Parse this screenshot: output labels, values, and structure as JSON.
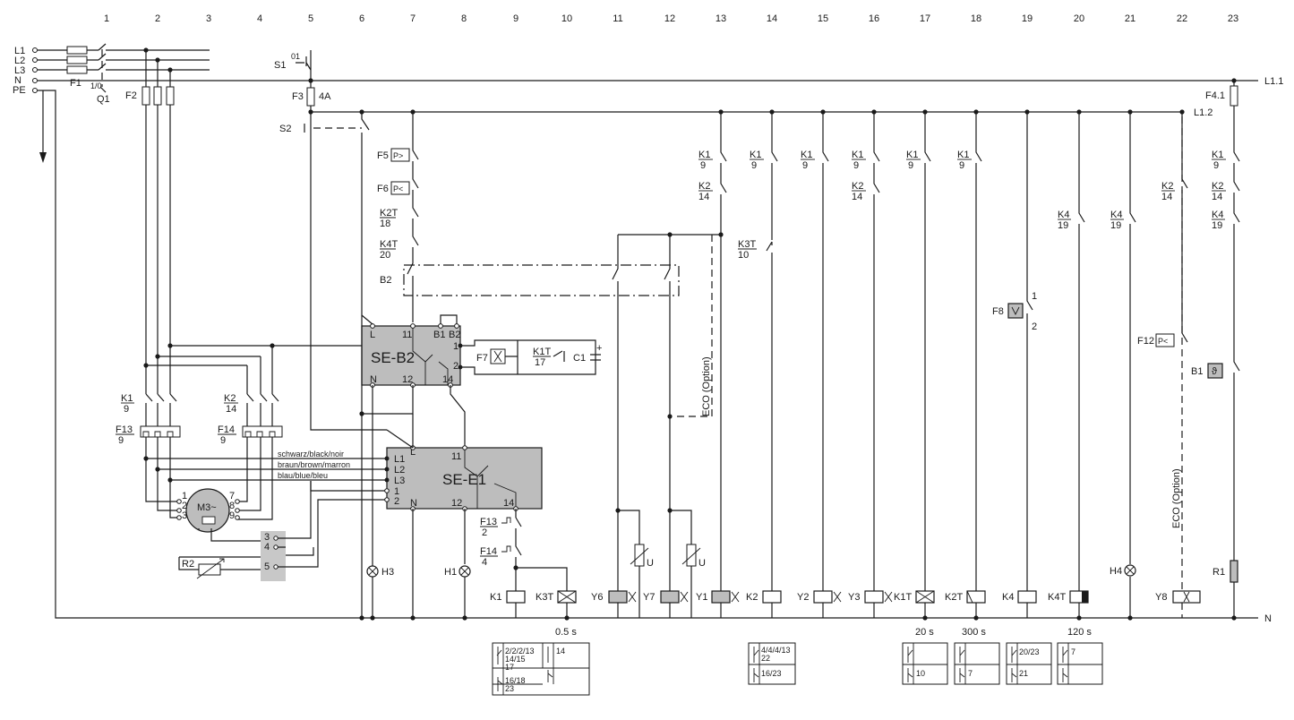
{
  "columns": [
    "1",
    "2",
    "3",
    "4",
    "5",
    "6",
    "7",
    "8",
    "9",
    "10",
    "11",
    "12",
    "13",
    "14",
    "15",
    "16",
    "17",
    "18",
    "19",
    "20",
    "21",
    "22",
    "23"
  ],
  "supply": {
    "l1": "L1",
    "l2": "L2",
    "l3": "L3",
    "n": "N",
    "pe": "PE",
    "l1_1": "L1.1",
    "l1_2": "L1.2",
    "n_right": "N"
  },
  "labels": {
    "f1": "F1",
    "q1": "Q1",
    "q1_states": "1/0",
    "f2": "F2",
    "s1": "S1",
    "s1_states": "01",
    "f3": "F3",
    "f3_rating": "4A",
    "s2": "S2",
    "f41": "F4.1",
    "f5": "F5",
    "f5_sym": "P>",
    "f6": "F6",
    "f6_sym": "P<",
    "k2t": "K2T",
    "k2t_ref": "18",
    "k4t": "K4T",
    "k4t_ref": "20",
    "b2": "B2",
    "seb2": "SE-B2",
    "seb2_l": "L",
    "seb2_11": "11",
    "seb2_b1": "B1",
    "seb2_b2": "B2",
    "seb2_n": "N",
    "seb2_12": "12",
    "seb2_14": "14",
    "seb2_1": "1",
    "seb2_2": "2",
    "f7": "F7",
    "k1t": "K1T",
    "k1t_ref": "17",
    "c1": "C1",
    "plus": "+",
    "see1": "SE-E1",
    "see1_l": "L",
    "see1_11": "11",
    "see1_l1": "L1",
    "see1_l2": "L2",
    "see1_l3": "L3",
    "see1_1": "1",
    "see1_2": "2",
    "see1_n": "N",
    "see1_12": "12",
    "see1_14": "14",
    "wire_black": "schwarz/black/noir",
    "wire_brown": "braun/brown/marron",
    "wire_blue": "blau/blue/bleu",
    "k1": "K1",
    "k1_ref": "9",
    "k2": "K2",
    "k2_ref": "14",
    "k3t": "K3T",
    "k3t_ref": "10",
    "k4": "K4",
    "k4_ref": "19",
    "f13": "F13",
    "f13_ref": "9",
    "f14": "F14",
    "f14_ref": "9",
    "f13b_ref": "2",
    "f14b_ref": "4",
    "m3": "M3~",
    "r2": "R2",
    "h3": "H3",
    "h1": "H1",
    "h4": "H4",
    "r1": "R1",
    "f8": "F8",
    "f12": "F12",
    "f12_sym": "P<",
    "b1": "B1",
    "eco": "ECO (Option)",
    "u": "U",
    "t1": "1",
    "t2": "2",
    "t3": "3",
    "t4": "4",
    "t5": "5",
    "t7": "7",
    "t8": "8",
    "t9": "9",
    "f8_1": "1",
    "f8_2": "2"
  },
  "coils": [
    "K1",
    "K3T",
    "Y6",
    "Y7",
    "Y1",
    "K2",
    "Y2",
    "Y3",
    "K1T",
    "K2T",
    "K4",
    "K4T",
    "Y8"
  ],
  "timers": {
    "k3t": "0.5 s",
    "k1t": "20 s",
    "k2t": "300 s",
    "k4t": "120 s"
  },
  "contact_tables": {
    "k1": {
      "no": "2/2/2/13",
      "no2": "14/15",
      "no3": "17",
      "nc": "16/18",
      "nc2": "23",
      "no_b": "14"
    },
    "k2": {
      "no": "4/4/4/13",
      "no2": "22",
      "nc": "16/23"
    },
    "k1t": {
      "nc": "10"
    },
    "k2t": {
      "nc": "7"
    },
    "k4": {
      "no": "20/23",
      "nc": "21"
    },
    "k4t": {
      "no": "7"
    }
  }
}
